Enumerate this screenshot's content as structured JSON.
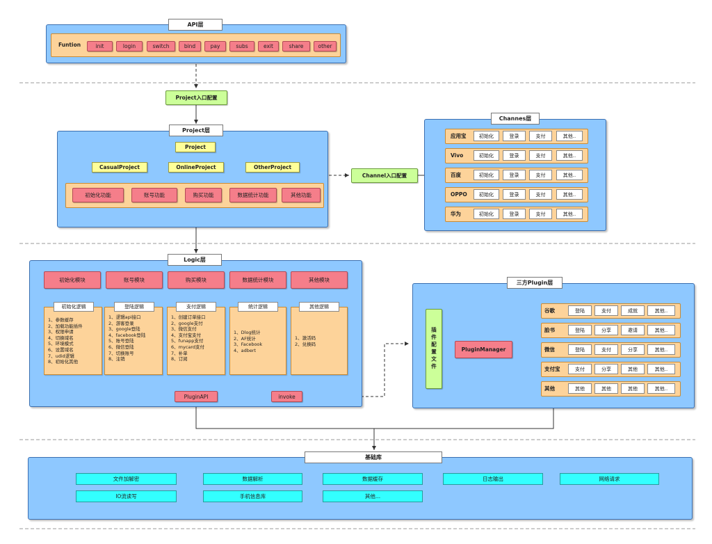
{
  "api": {
    "title": "API层",
    "function_label": "Funtion",
    "functions": [
      "init",
      "login",
      "switch",
      "bind",
      "pay",
      "subs",
      "exit",
      "share",
      "other"
    ]
  },
  "project_entry": "Project入口配置",
  "project": {
    "title": "Project层",
    "root": "Project",
    "children": [
      "CasualProject",
      "OnlineProject",
      "OtherProject"
    ],
    "features": [
      "初始化功能",
      "账号功能",
      "购买功能",
      "数据统计功能",
      "其他功能"
    ]
  },
  "channel_entry": "Channel入口配置",
  "channels": {
    "title": "Channes层",
    "rows": [
      {
        "name": "应用宝",
        "items": [
          "初始化",
          "登录",
          "支付",
          "其他.."
        ]
      },
      {
        "name": "Vivo",
        "items": [
          "初始化",
          "登录",
          "支付",
          "其他.."
        ]
      },
      {
        "name": "百度",
        "items": [
          "初始化",
          "登录",
          "支付",
          "其他.."
        ]
      },
      {
        "name": "OPPO",
        "items": [
          "初始化",
          "登录",
          "支付",
          "其他.."
        ]
      },
      {
        "name": "华为",
        "items": [
          "初始化",
          "登录",
          "支付",
          "其他.."
        ]
      }
    ]
  },
  "logic": {
    "title": "Logic层",
    "modules": [
      {
        "name": "初始化模块",
        "caption": "初始化逻辑",
        "items": [
          "1、参数缓存",
          "2、加载功能插件",
          "3、权限申请",
          "4、切换域名",
          "5、环境模式",
          "6、设置域名",
          "7、udid逻辑",
          "8、初始化其他"
        ]
      },
      {
        "name": "账号模块",
        "caption": "登陆逻辑",
        "items": [
          "1、逻辑api接口",
          "2、游客登录",
          "3、google登陆",
          "4、facebook登陆",
          "5、账号登陆",
          "6、微信登陆",
          "7、切换账号",
          "8、注销"
        ]
      },
      {
        "name": "购买模块",
        "caption": "支付逻辑",
        "items": [
          "1、创建订单接口",
          "2、google支付",
          "3、微信支付",
          "4、支付宝支付",
          "5、funapp支付",
          "6、mycard支付",
          "7、补单",
          "8、订阅"
        ]
      },
      {
        "name": "数据统计模块",
        "caption": "统计逻辑",
        "items": [
          "1、Dlog统计",
          "2、AF统计",
          "3、Facebook",
          "4、adbert"
        ]
      },
      {
        "name": "其他模块",
        "caption": "其他逻辑",
        "items": [
          "1、激活码",
          "2、兑换码"
        ]
      }
    ],
    "plugin_api": "PluginAPI",
    "invoke": "invoke"
  },
  "plugin": {
    "title": "三方Plugin层",
    "config": "插件配置文件",
    "manager": "PluginManager",
    "rows": [
      {
        "name": "谷歌",
        "items": [
          "登陆",
          "支付",
          "成就",
          "其他.."
        ]
      },
      {
        "name": "脸书",
        "items": [
          "登陆",
          "分享",
          "邀请",
          "其他.."
        ]
      },
      {
        "name": "微信",
        "items": [
          "登陆",
          "支付",
          "分享",
          "其他.."
        ]
      },
      {
        "name": "支付宝",
        "items": [
          "支付",
          "分享",
          "其他",
          "其他.."
        ]
      },
      {
        "name": "其他",
        "items": [
          "其他",
          "其他",
          "其他",
          "其他.."
        ]
      }
    ]
  },
  "base": {
    "title": "基础库",
    "items": [
      "文件加解密",
      "数据解析",
      "数据缓存",
      "日志输出",
      "网络请求",
      "IO流读写",
      "手机信息库",
      "其他..."
    ]
  }
}
